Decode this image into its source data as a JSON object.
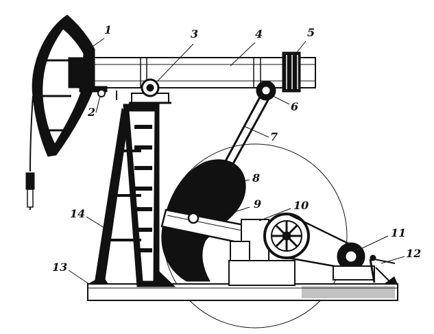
{
  "diagram": {
    "callouts": [
      {
        "id": "c1",
        "text": "1"
      },
      {
        "id": "c2",
        "text": "2"
      },
      {
        "id": "c3",
        "text": "3"
      },
      {
        "id": "c4",
        "text": "4"
      },
      {
        "id": "c5",
        "text": "5"
      },
      {
        "id": "c6",
        "text": "6"
      },
      {
        "id": "c7",
        "text": "7"
      },
      {
        "id": "c8",
        "text": "8"
      },
      {
        "id": "c9",
        "text": "9"
      },
      {
        "id": "c10",
        "text": "10"
      },
      {
        "id": "c11",
        "text": "11"
      },
      {
        "id": "c12",
        "text": "12"
      },
      {
        "id": "c13",
        "text": "13"
      },
      {
        "id": "c14",
        "text": "14"
      }
    ],
    "colors": {
      "ink": "#111111",
      "paper": "#ffffff",
      "shade": "#9a9a9a"
    }
  }
}
